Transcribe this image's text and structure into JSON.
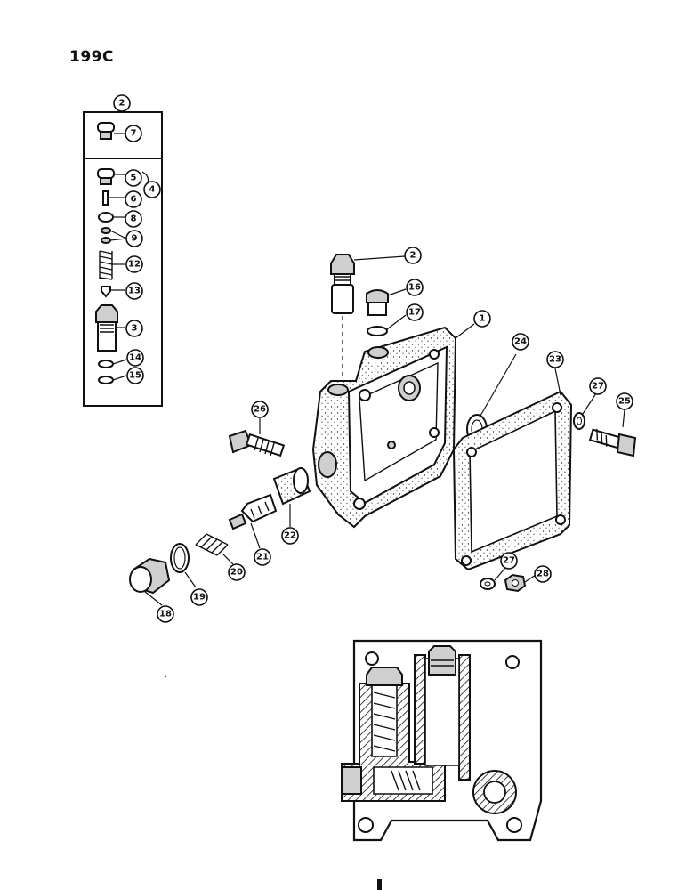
{
  "page_label": "199C",
  "callouts": {
    "c2_box": "2",
    "c7": "7",
    "c5": "5",
    "c4": "4",
    "c6": "6",
    "c8": "8",
    "c9": "9",
    "c12": "12",
    "c13": "13",
    "c3": "3",
    "c14": "14",
    "c15": "15",
    "c2": "2",
    "c16": "16",
    "c17": "17",
    "c1": "1",
    "c24": "24",
    "c23": "23",
    "c27a": "27",
    "c25": "25",
    "c26": "26",
    "c22": "22",
    "c21": "21",
    "c20": "20",
    "c19": "19",
    "c18": "18",
    "c27b": "27",
    "c28": "28"
  }
}
